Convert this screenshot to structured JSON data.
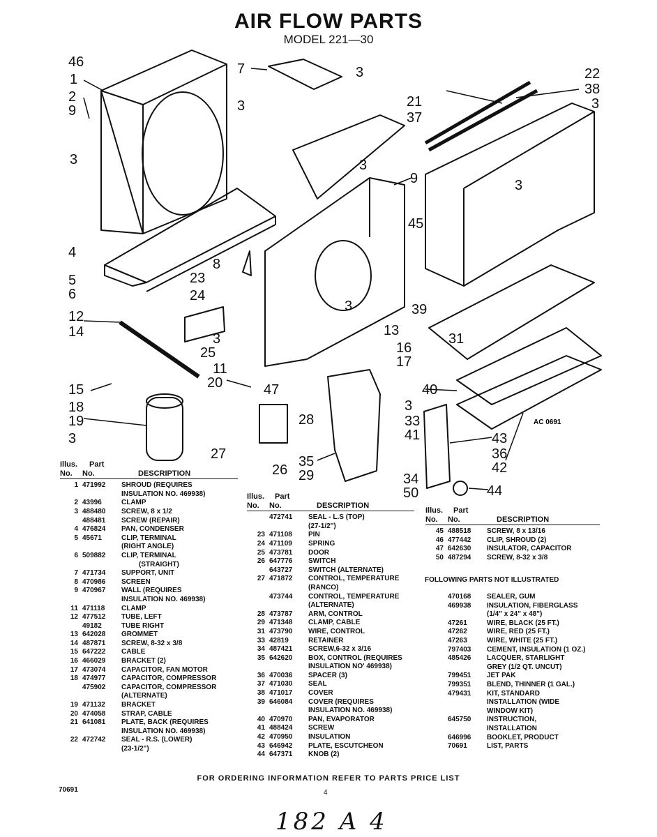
{
  "title": "AIR FLOW PARTS",
  "model": "MODEL 221—30",
  "diagram_code": "AC 0691",
  "callouts": [
    "46",
    "1",
    "2",
    "9",
    "3",
    "7",
    "3",
    "3",
    "21",
    "37",
    "22",
    "38",
    "3",
    "3",
    "3",
    "9",
    "45",
    "8",
    "23",
    "24",
    "4",
    "5",
    "6",
    "12",
    "14",
    "3",
    "25",
    "11",
    "13",
    "16",
    "17",
    "3",
    "39",
    "31",
    "15",
    "20",
    "47",
    "40",
    "18",
    "19",
    "3",
    "27",
    "28",
    "3",
    "33",
    "41",
    "26",
    "35",
    "29",
    "34",
    "50",
    "43",
    "36",
    "42",
    "44"
  ],
  "table_labels": {
    "illus": "Illus.",
    "part": "Part",
    "no": "No.",
    "no2": "No.",
    "description": "DESCRIPTION"
  },
  "table1": [
    {
      "no": "1",
      "part": "471992",
      "desc": "SHROUD (REQUIRES"
    },
    {
      "no": "",
      "part": "",
      "desc": "INSULATION NO. 469938)"
    },
    {
      "no": "2",
      "part": "43996",
      "desc": "CLAMP"
    },
    {
      "no": "3",
      "part": "488480",
      "desc": "SCREW, 8 x 1/2"
    },
    {
      "no": "",
      "part": "488481",
      "desc": "SCREW (REPAIR)"
    },
    {
      "no": "4",
      "part": "476824",
      "desc": "PAN, CONDENSER"
    },
    {
      "no": "5",
      "part": "45671",
      "desc": "CLIP, TERMINAL"
    },
    {
      "no": "",
      "part": "",
      "desc": "(RIGHT ANGLE)"
    },
    {
      "no": "6",
      "part": "509882",
      "desc": "CLIP, TERMINAL"
    },
    {
      "no": "",
      "part": "",
      "desc": "         (STRAIGHT)"
    },
    {
      "no": "7",
      "part": "471734",
      "desc": "SUPPORT, UNIT"
    },
    {
      "no": "8",
      "part": "470986",
      "desc": "SCREEN"
    },
    {
      "no": "9",
      "part": "470967",
      "desc": "WALL (REQUIRES"
    },
    {
      "no": "",
      "part": "",
      "desc": "INSULATION NO. 469938)"
    },
    {
      "no": "11",
      "part": "471118",
      "desc": "CLAMP"
    },
    {
      "no": "12",
      "part": "477512",
      "desc": "TUBE, LEFT"
    },
    {
      "no": "",
      "part": "49182",
      "desc": "TUBE RIGHT"
    },
    {
      "no": "13",
      "part": "642028",
      "desc": "GROMMET"
    },
    {
      "no": "14",
      "part": "487871",
      "desc": "SCREW, 8-32 x 3/8"
    },
    {
      "no": "15",
      "part": "647222",
      "desc": "CABLE"
    },
    {
      "no": "16",
      "part": "466029",
      "desc": "BRACKET (2)"
    },
    {
      "no": "17",
      "part": "473074",
      "desc": "CAPACITOR, FAN MOTOR"
    },
    {
      "no": "18",
      "part": "474977",
      "desc": "CAPACITOR, COMPRESSOR"
    },
    {
      "no": "",
      "part": "475902",
      "desc": "CAPACITOR, COMPRESSOR"
    },
    {
      "no": "",
      "part": "",
      "desc": "(ALTERNATE)"
    },
    {
      "no": "19",
      "part": "471132",
      "desc": "BRACKET"
    },
    {
      "no": "20",
      "part": "474058",
      "desc": "STRAP, CABLE"
    },
    {
      "no": "21",
      "part": "641081",
      "desc": "PLATE, BACK (REQUIRES"
    },
    {
      "no": "",
      "part": "",
      "desc": "INSULATION NO. 469938)"
    },
    {
      "no": "22",
      "part": "472742",
      "desc": "SEAL - R.S. (LOWER)"
    },
    {
      "no": "",
      "part": "",
      "desc": "(23-1/2\")"
    }
  ],
  "table2": [
    {
      "no": "",
      "part": "472741",
      "desc": "SEAL - L.S (TOP)"
    },
    {
      "no": "",
      "part": "",
      "desc": "(27-1/2\")"
    },
    {
      "no": "23",
      "part": "471108",
      "desc": "PIN"
    },
    {
      "no": "24",
      "part": "471109",
      "desc": "SPRING"
    },
    {
      "no": "25",
      "part": "473781",
      "desc": "DOOR"
    },
    {
      "no": "26",
      "part": "647776",
      "desc": "SWITCH"
    },
    {
      "no": "",
      "part": "643727",
      "desc": "SWITCH (ALTERNATE)"
    },
    {
      "no": "27",
      "part": "471872",
      "desc": "CONTROL, TEMPERATURE"
    },
    {
      "no": "",
      "part": "",
      "desc": "(RANCO)"
    },
    {
      "no": "",
      "part": "473744",
      "desc": "CONTROL, TEMPERATURE"
    },
    {
      "no": "",
      "part": "",
      "desc": "(ALTERNATE)"
    },
    {
      "no": "28",
      "part": "473787",
      "desc": "ARM, CONTROL"
    },
    {
      "no": "29",
      "part": "471348",
      "desc": "CLAMP, CABLE"
    },
    {
      "no": "31",
      "part": "473790",
      "desc": "WIRE, CONTROL"
    },
    {
      "no": "33",
      "part": "42819",
      "desc": "RETAINER"
    },
    {
      "no": "34",
      "part": "487421",
      "desc": "SCREW,6-32 x 3/16"
    },
    {
      "no": "35",
      "part": "642620",
      "desc": "BOX, CONTROL (REQUIRES"
    },
    {
      "no": "",
      "part": "",
      "desc": "INSULATION NO' 469938)"
    },
    {
      "no": "36",
      "part": "470036",
      "desc": "SPACER (3)"
    },
    {
      "no": "37",
      "part": "471030",
      "desc": "SEAL"
    },
    {
      "no": "38",
      "part": "471017",
      "desc": "COVER"
    },
    {
      "no": "39",
      "part": "646084",
      "desc": "COVER (REQUIRES"
    },
    {
      "no": "",
      "part": "",
      "desc": "INSULATION NO. 469938)"
    },
    {
      "no": "40",
      "part": "470970",
      "desc": "PAN, EVAPORATOR"
    },
    {
      "no": "41",
      "part": "488424",
      "desc": "SCREW"
    },
    {
      "no": "42",
      "part": "470950",
      "desc": "INSULATION"
    },
    {
      "no": "43",
      "part": "646942",
      "desc": "PLATE, ESCUTCHEON"
    },
    {
      "no": "44",
      "part": "647371",
      "desc": "KNOB (2)"
    }
  ],
  "table3": [
    {
      "no": "45",
      "part": "488518",
      "desc": "SCREW, 8 x 13/16"
    },
    {
      "no": "46",
      "part": "477442",
      "desc": "CLIP, SHROUD (2)"
    },
    {
      "no": "47",
      "part": "642630",
      "desc": "INSULATOR, CAPACITOR"
    },
    {
      "no": "50",
      "part": "487294",
      "desc": "SCREW, 8-32 x 3/8"
    }
  ],
  "not_illustrated_heading": "FOLLOWING PARTS NOT ILLUSTRATED",
  "table4": [
    {
      "no": "",
      "part": "470168",
      "desc": "SEALER, GUM"
    },
    {
      "no": "",
      "part": "469938",
      "desc": "INSULATION, FIBERGLASS"
    },
    {
      "no": "",
      "part": "",
      "desc": "(1/4\" x 24\" x 48\")"
    },
    {
      "no": "",
      "part": "47261",
      "desc": "WIRE, BLACK (25 FT.)"
    },
    {
      "no": "",
      "part": "47262",
      "desc": "WIRE, RED (25 FT.)"
    },
    {
      "no": "",
      "part": "47263",
      "desc": "WIRE, WHITE (25 FT.)"
    },
    {
      "no": "",
      "part": "797403",
      "desc": "CEMENT, INSULATION (1 OZ.)"
    },
    {
      "no": "",
      "part": "485426",
      "desc": "LACQUER, STARLIGHT"
    },
    {
      "no": "",
      "part": "",
      "desc": "GREY (1/2 QT. UNCUT)"
    },
    {
      "no": "",
      "part": "799451",
      "desc": "JET PAK"
    },
    {
      "no": "",
      "part": "799351",
      "desc": "BLEND, THINNER (1 GAL.)"
    },
    {
      "no": "",
      "part": "479431",
      "desc": "KIT, STANDARD"
    },
    {
      "no": "",
      "part": "",
      "desc": "INSTALLATION (WIDE"
    },
    {
      "no": "",
      "part": "",
      "desc": "WINDOW KIT)"
    },
    {
      "no": "",
      "part": "645750",
      "desc": "INSTRUCTION,"
    },
    {
      "no": "",
      "part": "",
      "desc": "INSTALLATION"
    },
    {
      "no": "",
      "part": "646996",
      "desc": "BOOKLET, PRODUCT"
    },
    {
      "no": "",
      "part": "70691",
      "desc": "LIST, PARTS"
    }
  ],
  "footer": "FOR ORDERING INFORMATION REFER TO PARTS PRICE LIST",
  "page_number": "4",
  "doc_code": "70691",
  "handwritten": "182 A 4"
}
